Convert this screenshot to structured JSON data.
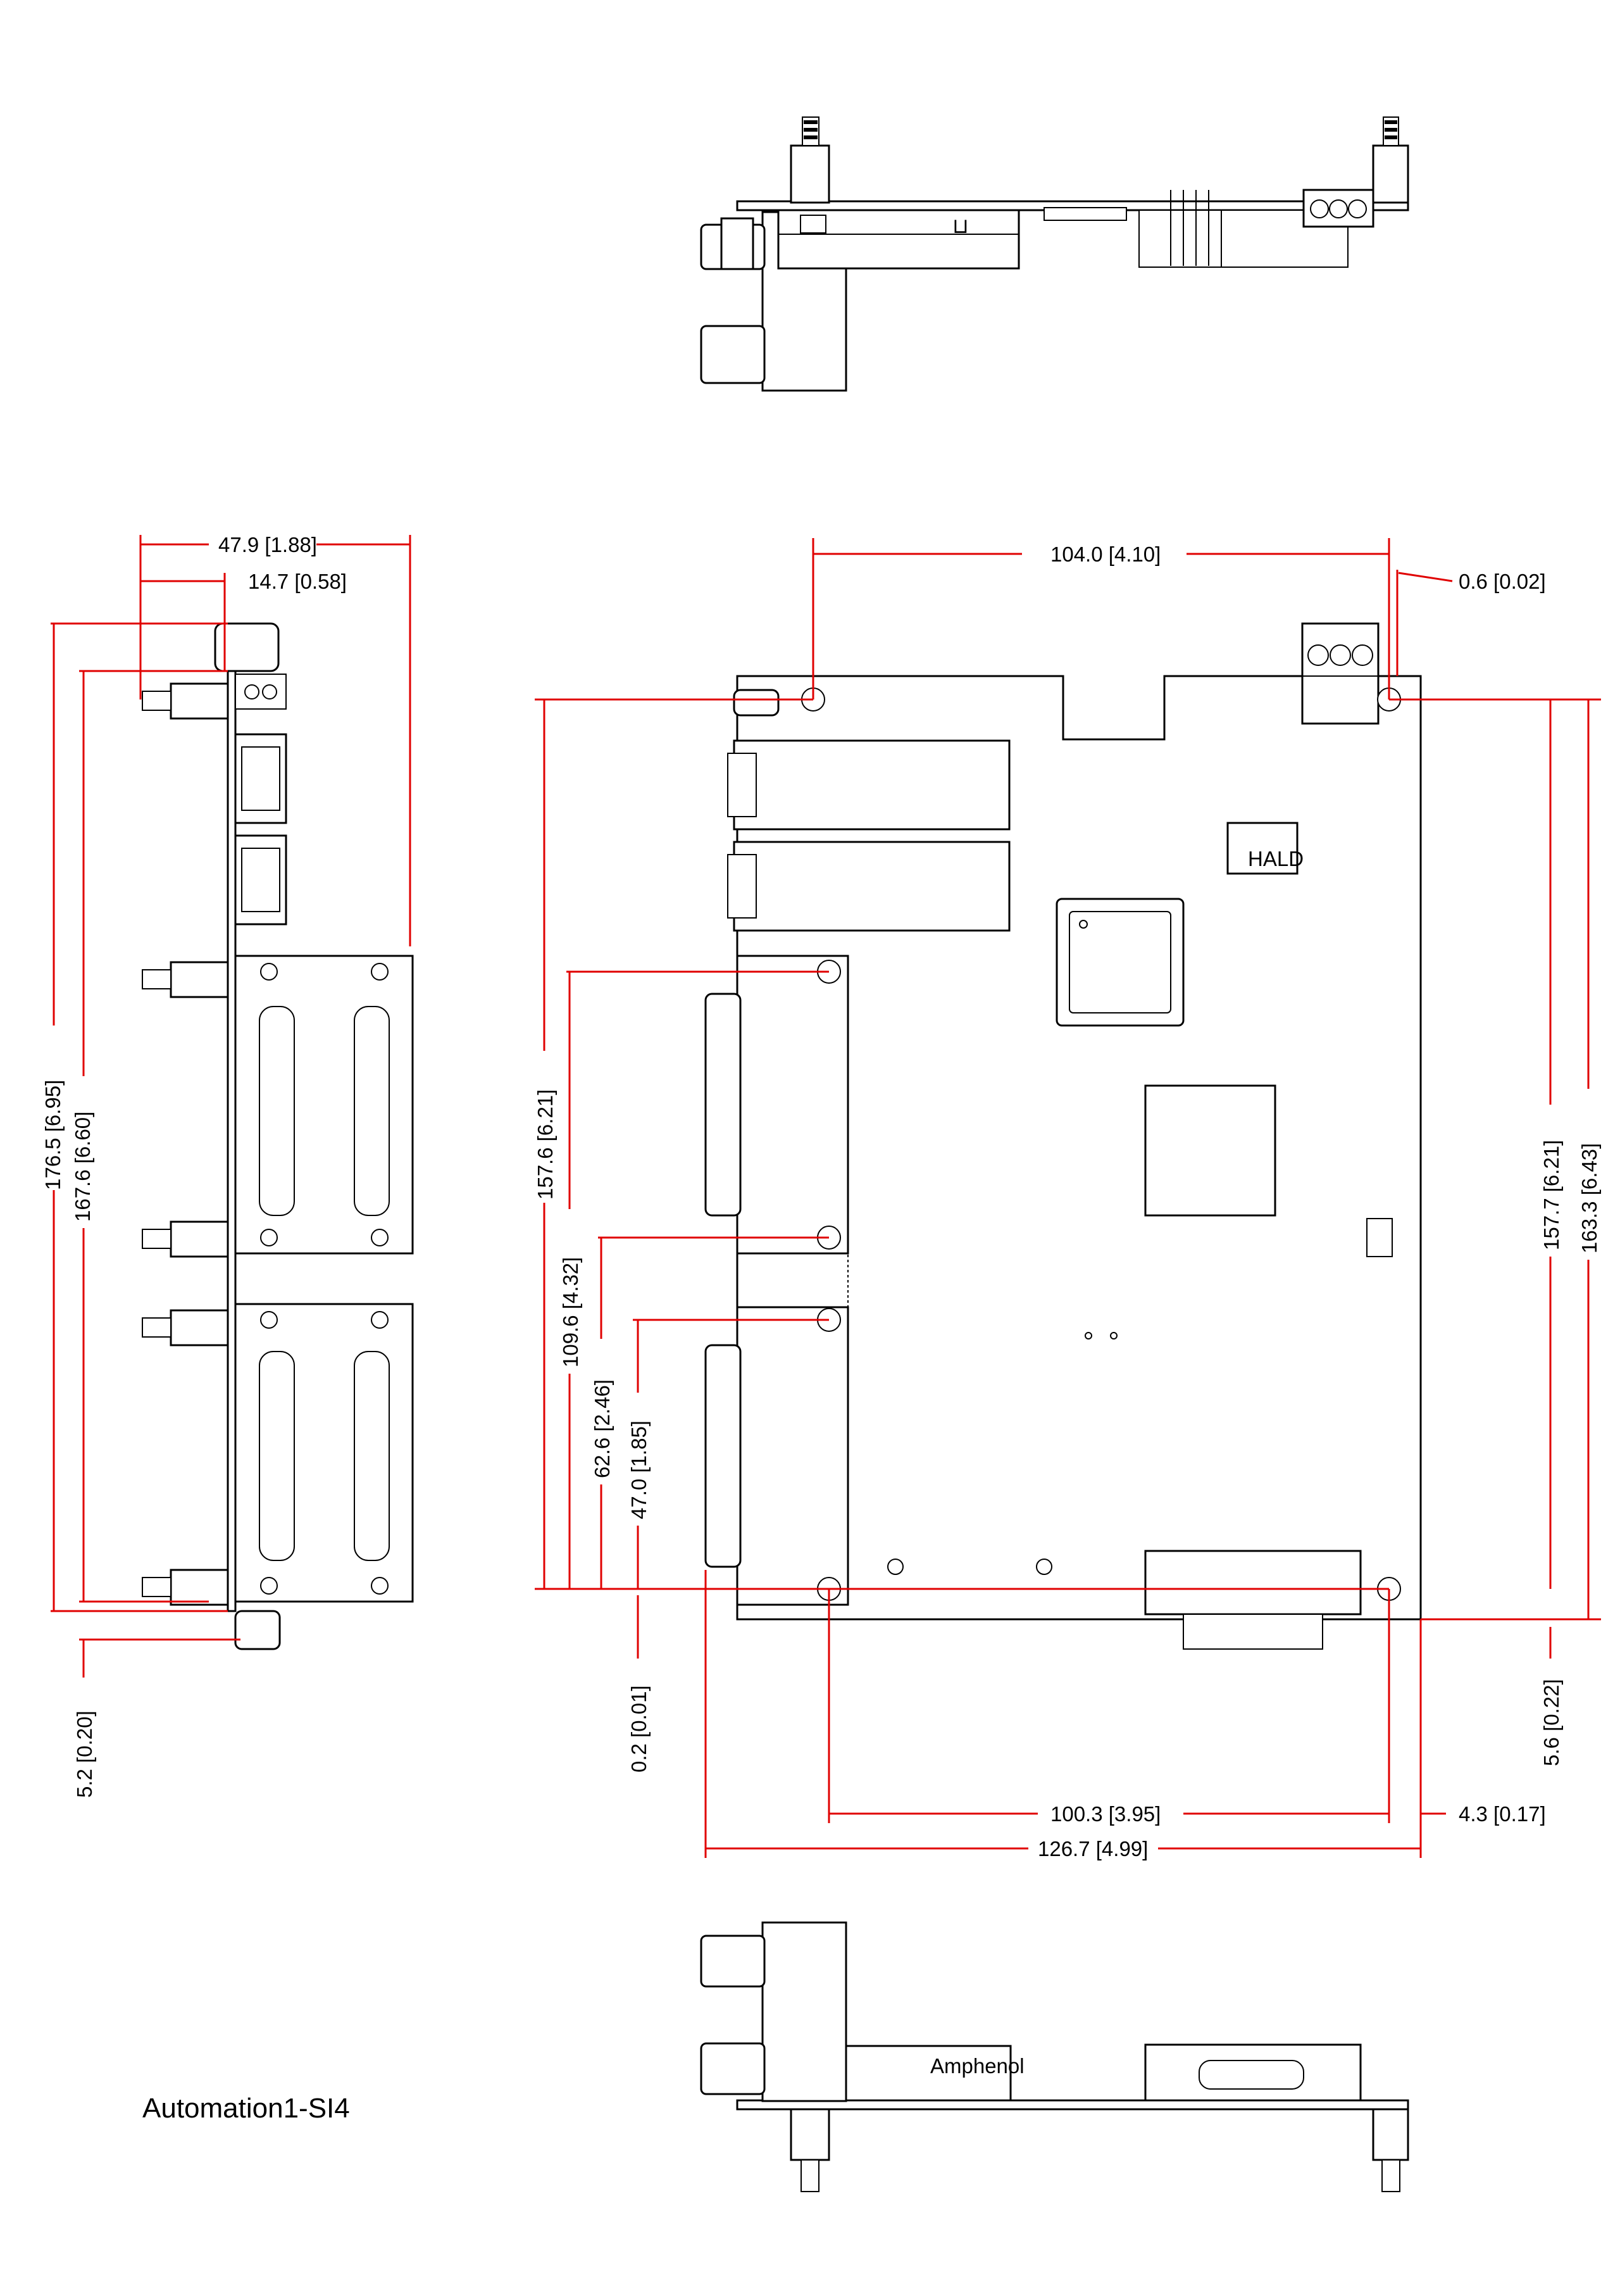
{
  "title": "Automation1-SI4",
  "colors": {
    "dimension": "#e00000",
    "outline": "#000000",
    "background": "#ffffff"
  },
  "dimensions": {
    "d_47_9": "47.9 [1.88]",
    "d_14_7": "14.7 [0.58]",
    "d_176_5": "176.5 [6.95]",
    "d_167_6": "167.6 [6.60]",
    "d_5_2": "5.2 [0.20]",
    "d_104_0": "104.0 [4.10]",
    "d_0_6": "0.6 [0.02]",
    "d_157_6": "157.6 [6.21]",
    "d_109_6": "109.6 [4.32]",
    "d_62_6": "62.6 [2.46]",
    "d_47_0": "47.0 [1.85]",
    "d_0_2": "0.2 [0.01]",
    "d_100_3": "100.3 [3.95]",
    "d_4_3": "4.3 [0.17]",
    "d_126_7": "126.7 [4.99]",
    "d_157_7": "157.7 [6.21]",
    "d_163_3": "163.3 [6.43]",
    "d_5_6": "5.6 [0.22]"
  },
  "component_labels": {
    "amphenol": "Amphenol",
    "chip_mark": "HALD"
  }
}
